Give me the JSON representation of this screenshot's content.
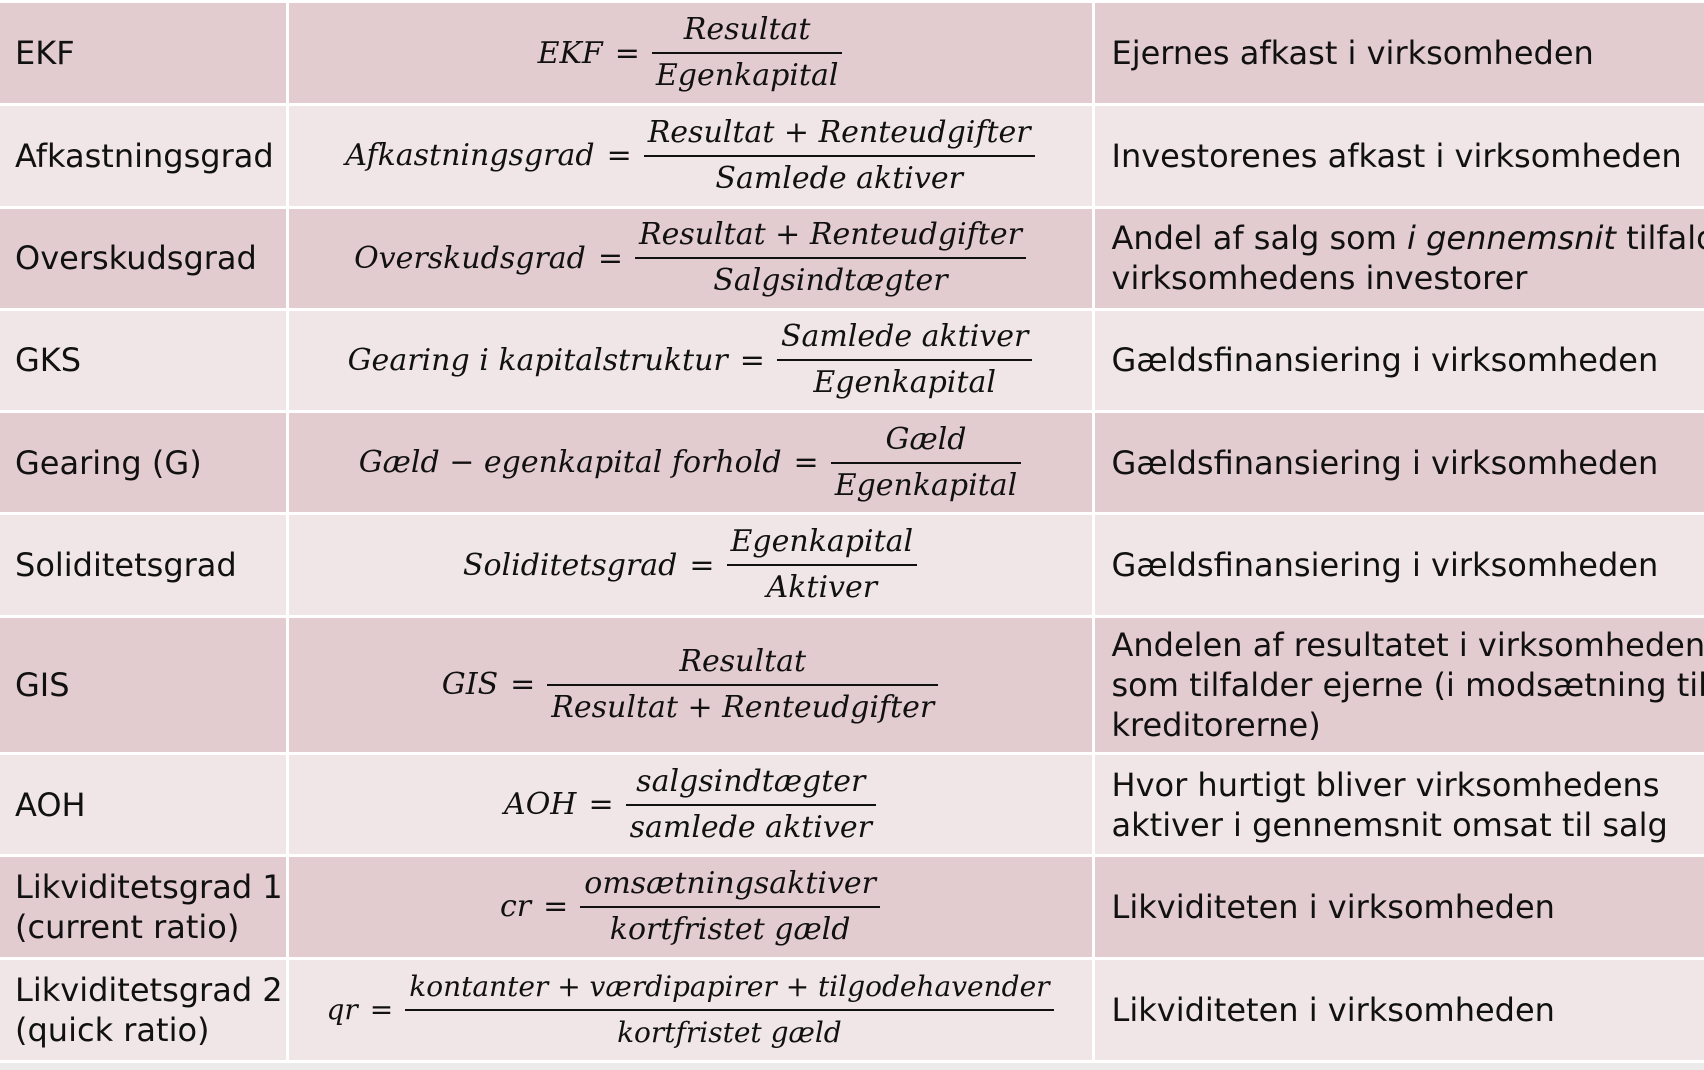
{
  "rows": [
    {
      "name_lines": [
        "EKF"
      ],
      "lhs": "EKF",
      "numerator": "Resultat",
      "denominator": "Egenkapital",
      "desc_lines": [
        "Ejernes afkast i virksomheden"
      ]
    },
    {
      "name_lines": [
        "Afkastningsgrad"
      ],
      "lhs": "Afkastningsgrad",
      "numerator": "Resultat + Renteudgifter",
      "denominator": "Samlede aktiver",
      "desc_lines": [
        "Investorenes afkast i virksomheden"
      ]
    },
    {
      "name_lines": [
        "Overskudsgrad"
      ],
      "lhs": "Overskudsgrad",
      "numerator": "Resultat +  Renteudgifter",
      "denominator": "Salgsindtægter",
      "desc_parts": {
        "before": "Andel af salg som ",
        "italic": "i gennemsnit",
        "after": " tilfalder",
        "line2": "virksomhedens investorer"
      }
    },
    {
      "name_lines": [
        "GKS"
      ],
      "lhs": "Gearing i kapitalstruktur",
      "numerator": "Samlede aktiver",
      "denominator": "Egenkapital",
      "desc_lines": [
        "Gældsfinansiering i virksomheden"
      ]
    },
    {
      "name_lines": [
        "Gearing (G)"
      ],
      "lhs": "Gæld − egenkapital forhold",
      "numerator": "Gæld",
      "denominator": "Egenkapital",
      "desc_lines": [
        "Gældsfinansiering i virksomheden"
      ]
    },
    {
      "name_lines": [
        "Soliditetsgrad"
      ],
      "lhs": "Soliditetsgrad",
      "numerator": "Egenkapital",
      "denominator": "Aktiver",
      "desc_lines": [
        "Gældsfinansiering i virksomheden"
      ]
    },
    {
      "name_lines": [
        "GIS"
      ],
      "lhs": "GIS",
      "numerator": "Resultat",
      "denominator": "Resultat + Renteudgifter",
      "desc_lines": [
        "Andelen af resultatet i virksomheden,",
        "som tilfalder ejerne (i modsætning til",
        "kreditorerne)"
      ]
    },
    {
      "name_lines": [
        "AOH"
      ],
      "lhs": "AOH",
      "numerator": "salgsindtægter",
      "denominator": "samlede aktiver",
      "desc_lines": [
        "Hvor hurtigt bliver virksomhedens",
        "aktiver i gennemsnit omsat til salg"
      ]
    },
    {
      "name_lines": [
        "Likviditetsgrad 1",
        "(current ratio)"
      ],
      "lhs": "cr",
      "numerator": "omsætningsaktiver",
      "denominator": "kortfristet gæld",
      "desc_lines": [
        "Likviditeten i virksomheden"
      ]
    },
    {
      "name_lines": [
        "Likviditetsgrad 2",
        "(quick ratio)"
      ],
      "lhs": "qr",
      "numerator": "kontanter + værdipapirer + tilgodehavender",
      "denominator": "kortfristet gæld",
      "desc_lines": [
        "Likviditeten i virksomheden"
      ]
    }
  ]
}
